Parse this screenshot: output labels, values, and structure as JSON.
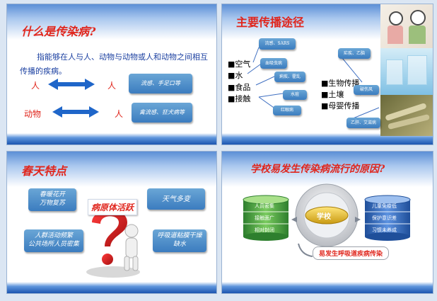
{
  "slide1": {
    "title": "什么是传染病?",
    "definition_line1": "指能够在人与人、动物与动物或人和动物之间相互",
    "definition_line2": "传播的疾病。",
    "row1_left": "人",
    "row1_right": "人",
    "row1_box": "流感、手足口等",
    "row2_left": "动物",
    "row2_right": "人",
    "row2_box": "禽流感、狂犬病等"
  },
  "slide2": {
    "title": "主要传播途径",
    "routes_left": [
      "■空气",
      "■水",
      "■食品",
      "■接触"
    ],
    "routes_right": [
      "■生物传播",
      "■土壤",
      "■母婴传播"
    ],
    "boxes": {
      "flu_sars": "流感、SARS",
      "dysentery": "血吸虫病",
      "hep_cholera": "痢疾、霍乱",
      "chickenpox": "水痘",
      "pinkeye": "红眼病",
      "malaria_b": "疟疾、乙脑",
      "tetanus": "破伤风",
      "hepb_aids": "乙肝、艾滋病"
    }
  },
  "slide3": {
    "title": "春天特点",
    "box1_line1": "春暖花开",
    "box1_line2": "万物复苏",
    "box2": "天气多变",
    "box3_line1": "人群活动频繁",
    "box3_line2": "公共场所人员密集",
    "box4_line1": "呼吸道粘膜干燥",
    "box4_line2": "缺水",
    "center_label": "病原体活跃"
  },
  "slide4": {
    "title": "学校易发生传染病流行的原因?",
    "left_items": [
      "人员密集",
      "接触面广",
      "相对封闭"
    ],
    "right_items": [
      "儿童免疫低",
      "保护意识差",
      "习惯未养成"
    ],
    "center": "学校",
    "bottom": "易发生呼吸道疾病传染"
  },
  "colors": {
    "title_red": "#e0261d",
    "chip_blue": "#3b7cbf",
    "green": "#3a9a3a",
    "text_blue": "#1a3fa0"
  }
}
